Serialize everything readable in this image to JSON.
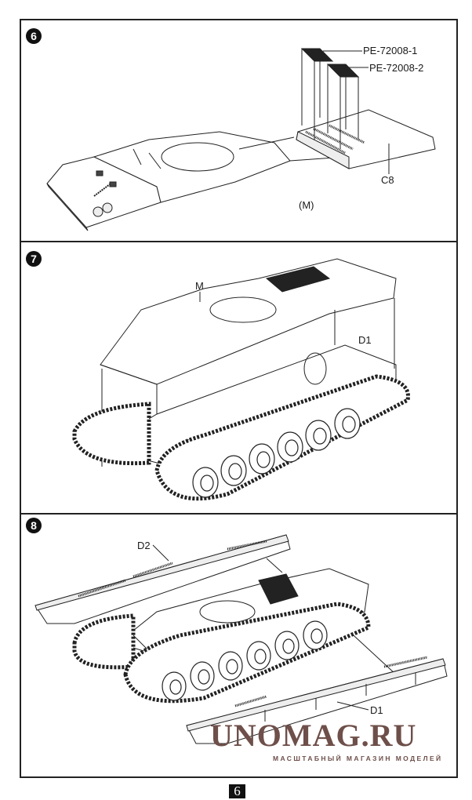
{
  "page": {
    "number": "6"
  },
  "steps": [
    {
      "number": "6",
      "callouts": {
        "pe1": "PE-72008-1",
        "pe2": "PE-72008-2",
        "c8": "C8",
        "m": "(M)"
      }
    },
    {
      "number": "7",
      "callouts": {
        "m": "M",
        "d1": "D1"
      }
    },
    {
      "number": "8",
      "callouts": {
        "d2": "D2",
        "d1": "D1"
      }
    }
  ],
  "watermark": {
    "brand": "UNOMAG.RU",
    "tagline": "МАСШТАБНЫЙ МАГАЗИН МОДЕЛЕЙ"
  },
  "colors": {
    "ink": "#111111",
    "frame": "#222222",
    "watermark": "#6e4f4a"
  }
}
